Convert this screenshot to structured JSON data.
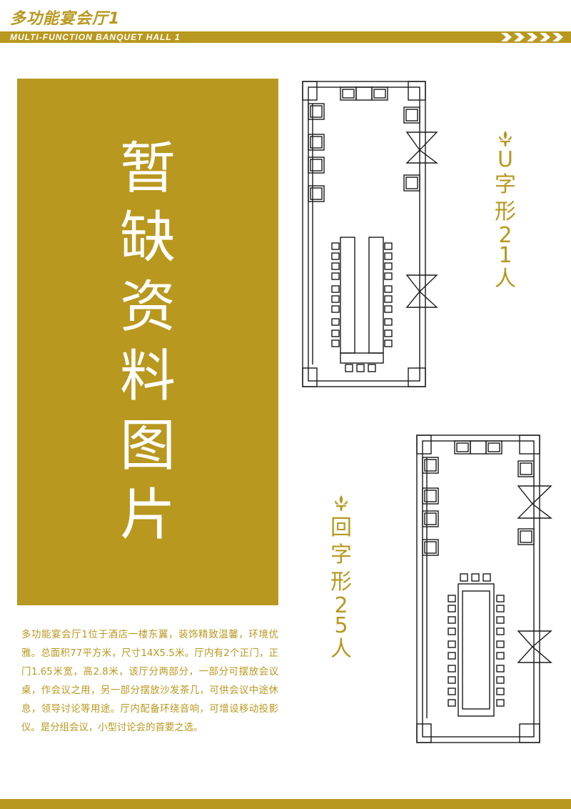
{
  "header": {
    "title_cn": "多功能宴会厅1",
    "title_en": "MULTI-FUNCTION BANQUET HALL 1"
  },
  "placeholder": {
    "chars": [
      "暂",
      "缺",
      "资",
      "料",
      "图",
      "片"
    ]
  },
  "description": "多功能宴会厅1位于酒店一楼东翼，装饰精致温馨，环境优雅。总面积77平方米，尺寸14X5.5米。厅内有2个正门，正门1.65米宽，高2.8米，该厅分两部分，一部分可摆放会议桌，作会议之用，另一部分摆放沙发茶几，可供会议中途休息，领导讨论等用途。厅内配备环绕音响，可增设移动投影仪。是分组会议，小型讨论会的首要之选。",
  "layouts": [
    {
      "chars": [
        "U",
        "字",
        "形",
        "2",
        "1",
        "人"
      ],
      "icon": "fleur-de-lis-icon"
    },
    {
      "chars": [
        "回",
        "字",
        "形",
        "2",
        "5",
        "人"
      ],
      "icon": "fleur-de-lis-icon"
    }
  ],
  "colors": {
    "accent": "#b8981f",
    "line": "#1a1a1a"
  }
}
